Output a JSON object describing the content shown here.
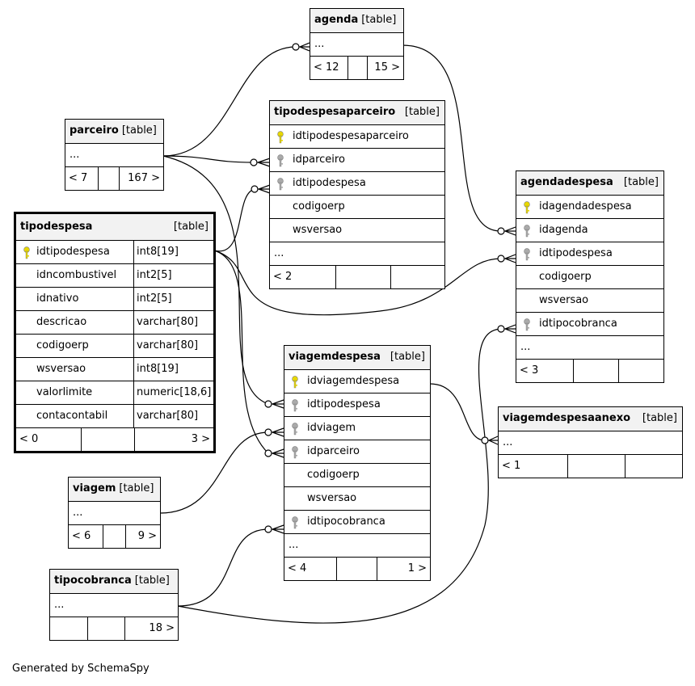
{
  "tables": {
    "agenda": {
      "name": "agenda",
      "type": "[table]",
      "dots": "...",
      "footer": [
        "< 12",
        "",
        "15 >"
      ]
    },
    "tipodespesaparceiro": {
      "name": "tipodespesaparceiro",
      "type": "[table]",
      "columns": [
        {
          "name": "idtipodespesaparceiro",
          "key": "primary"
        },
        {
          "name": "idparceiro",
          "key": "foreign"
        },
        {
          "name": "idtipodespesa",
          "key": "foreign"
        },
        {
          "name": "codigoerp",
          "key": "none"
        },
        {
          "name": "wsversao",
          "key": "none"
        }
      ],
      "dots": "...",
      "footer": [
        "< 2",
        "",
        ""
      ]
    },
    "parceiro": {
      "name": "parceiro",
      "type": "[table]",
      "dots": "...",
      "footer": [
        "< 7",
        "",
        "167 >"
      ]
    },
    "agendadespesa": {
      "name": "agendadespesa",
      "type": "[table]",
      "columns": [
        {
          "name": "idagendadespesa",
          "key": "primary"
        },
        {
          "name": "idagenda",
          "key": "foreign"
        },
        {
          "name": "idtipodespesa",
          "key": "foreign"
        },
        {
          "name": "codigoerp",
          "key": "none"
        },
        {
          "name": "wsversao",
          "key": "none"
        },
        {
          "name": "idtipocobranca",
          "key": "foreign"
        }
      ],
      "dots": "...",
      "footer": [
        "< 3",
        "",
        ""
      ]
    },
    "tipodespesa": {
      "name": "tipodespesa",
      "type": "[table]",
      "columns": [
        {
          "name": "idtipodespesa",
          "type": "int8[19]",
          "key": "primary"
        },
        {
          "name": "idncombustivel",
          "type": "int2[5]",
          "key": "none"
        },
        {
          "name": "idnativo",
          "type": "int2[5]",
          "key": "none"
        },
        {
          "name": "descricao",
          "type": "varchar[80]",
          "key": "none"
        },
        {
          "name": "codigoerp",
          "type": "varchar[80]",
          "key": "none"
        },
        {
          "name": "wsversao",
          "type": "int8[19]",
          "key": "none"
        },
        {
          "name": "valorlimite",
          "type": "numeric[18,6]",
          "key": "none"
        },
        {
          "name": "contacontabil",
          "type": "varchar[80]",
          "key": "none"
        }
      ],
      "footer": [
        "< 0",
        "",
        "3 >"
      ]
    },
    "viagemdespesa": {
      "name": "viagemdespesa",
      "type": "[table]",
      "columns": [
        {
          "name": "idviagemdespesa",
          "key": "primary"
        },
        {
          "name": "idtipodespesa",
          "key": "foreign"
        },
        {
          "name": "idviagem",
          "key": "foreign"
        },
        {
          "name": "idparceiro",
          "key": "foreign"
        },
        {
          "name": "codigoerp",
          "key": "none"
        },
        {
          "name": "wsversao",
          "key": "none"
        },
        {
          "name": "idtipocobranca",
          "key": "foreign"
        }
      ],
      "dots": "...",
      "footer": [
        "< 4",
        "",
        "1 >"
      ]
    },
    "viagemdespesaanexo": {
      "name": "viagemdespesaanexo",
      "type": "[table]",
      "dots": "...",
      "footer": [
        "< 1",
        "",
        ""
      ]
    },
    "viagem": {
      "name": "viagem",
      "type": "[table]",
      "dots": "...",
      "footer": [
        "< 6",
        "",
        "9 >"
      ]
    },
    "tipocobranca": {
      "name": "tipocobranca",
      "type": "[table]",
      "dots": "...",
      "footer": [
        "",
        "",
        "18 >"
      ]
    }
  },
  "generated_by": "Generated by SchemaSpy",
  "colors": {
    "primary_key": "#e8d800",
    "foreign_key": "#aaaaaa",
    "header_bg": "#f2f2f2",
    "line": "#000000"
  }
}
